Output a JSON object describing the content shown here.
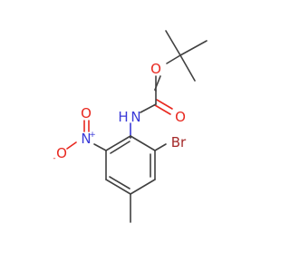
{
  "molecule": {
    "atoms": {
      "O_ether": "O",
      "O_carbonyl": "O",
      "NH_label": "H",
      "N_amide": "N",
      "N_nitro": "N",
      "N_nitro_charge": "+",
      "O_nitro_top": "O",
      "O_nitro_left": "O",
      "O_nitro_left_charge": "-",
      "Br": "Br"
    },
    "colors": {
      "carbon_bond": "#404040",
      "oxygen": "#e8281f",
      "nitrogen": "#3a3ad8",
      "bromine": "#a52a2a",
      "background": "#ffffff"
    }
  }
}
